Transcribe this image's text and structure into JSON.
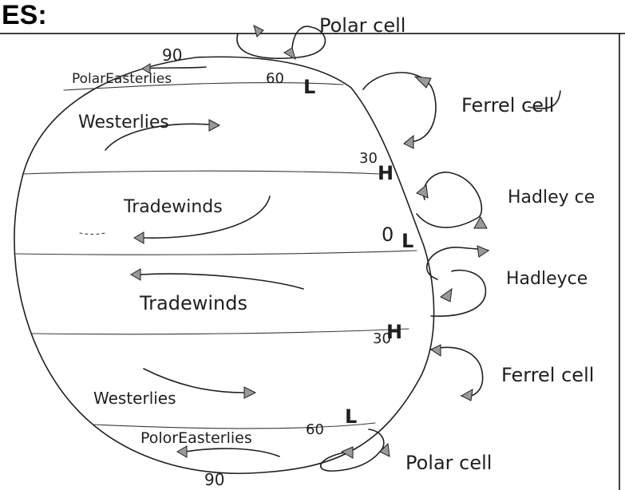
{
  "header": {
    "heading_fragment": "ES:"
  },
  "cells": {
    "polar_cell_top": "Polar cell",
    "ferrel_cell_top": "Ferrel cell",
    "hadley_cell_top": "Hadley ce",
    "hadley_cell_bottom": "Hadleyce",
    "ferrel_cell_bottom": "Ferrel cell",
    "polar_cell_bottom": "Polar cell"
  },
  "winds": {
    "polar_easterlies_top": "PolarEasterlies",
    "westerlies_top": "Westerlies",
    "tradewinds_top": "Tradewinds",
    "tradewinds_bottom": "Tradewinds",
    "westerlies_bottom": "Westerlies",
    "polar_easterlies_bottom": "PolorEasterlies"
  },
  "latitudes": {
    "lat_90_top": "90",
    "lat_60_top": "60",
    "lat_30_top": "30",
    "lat_0": "0",
    "lat_30_bottom": "30",
    "lat_60_bottom": "60",
    "lat_90_bottom": "90"
  },
  "pressure": {
    "low_60_top": "L",
    "high_30_top": "H",
    "low_equator": "L",
    "high_30_bottom": "H",
    "low_60_bottom": "L"
  },
  "colors": {
    "ink": "#1f1f1f",
    "arrowhead_fill": "#9a9a9a",
    "frame": "#000000"
  }
}
